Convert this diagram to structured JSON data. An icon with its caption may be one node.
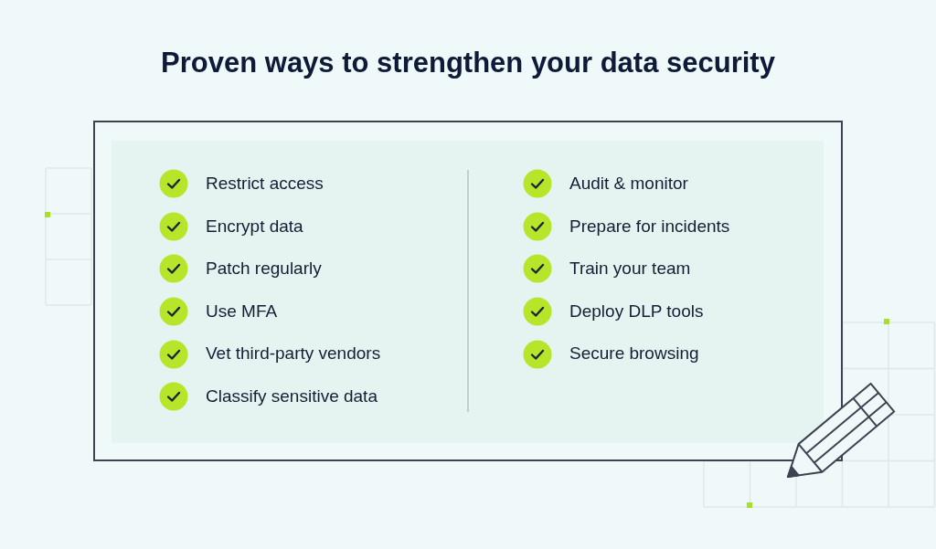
{
  "diagram": {
    "title": "Proven ways to strengthen your data security",
    "labels": [
      "Restrict access",
      "Encrypt data",
      "Patch regularly",
      "Use MFA",
      "Vet third-party vendors",
      "Classify sensitive data",
      "Audit & monitor",
      "Prepare for incidents",
      "Train your team",
      "Deploy DLP tools",
      "Secure browsing"
    ]
  }
}
